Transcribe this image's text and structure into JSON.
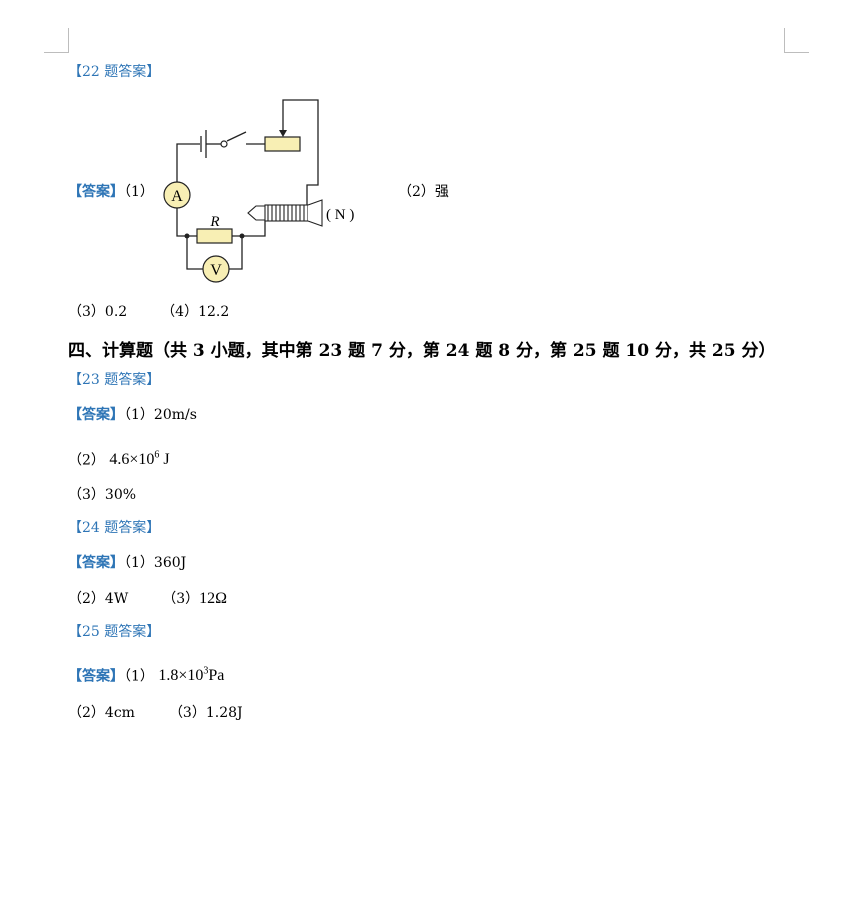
{
  "q22": {
    "header": "【22 题答案】",
    "ans_label": "【答案】",
    "p1": "（1）",
    "p2": "（2）强",
    "p3": "（3）0.2",
    "p4": "（4）12.2",
    "circuit": {
      "ammeter": "A",
      "voltmeter": "V",
      "resistor": "R",
      "pole": "( N )"
    }
  },
  "section": "四、计算题（共 3 小题，其中第 23 题 7 分，第 24 题 8 分，第 25 题 10 分，共 25 分）",
  "q23": {
    "header": "【23 题答案】",
    "ans_label": "【答案】",
    "p1": "（1）20m/s",
    "p2_label": "（2）",
    "p2_base": "4.6×10",
    "p2_exp": "6",
    "p2_unit": " J",
    "p3": "（3）30%"
  },
  "q24": {
    "header": "【24 题答案】",
    "ans_label": "【答案】",
    "p1": "（1）360J",
    "p2": "（2）4W",
    "p3_label": "（3）",
    "p3_val": "12Ω"
  },
  "q25": {
    "header": "【25 题答案】",
    "ans_label": "【答案】",
    "p1_label": "（1）",
    "p1_base": "1.8×10",
    "p1_exp": "3",
    "p1_unit": "Pa",
    "p2": "（2）4cm",
    "p3": "（3）1.28J"
  }
}
